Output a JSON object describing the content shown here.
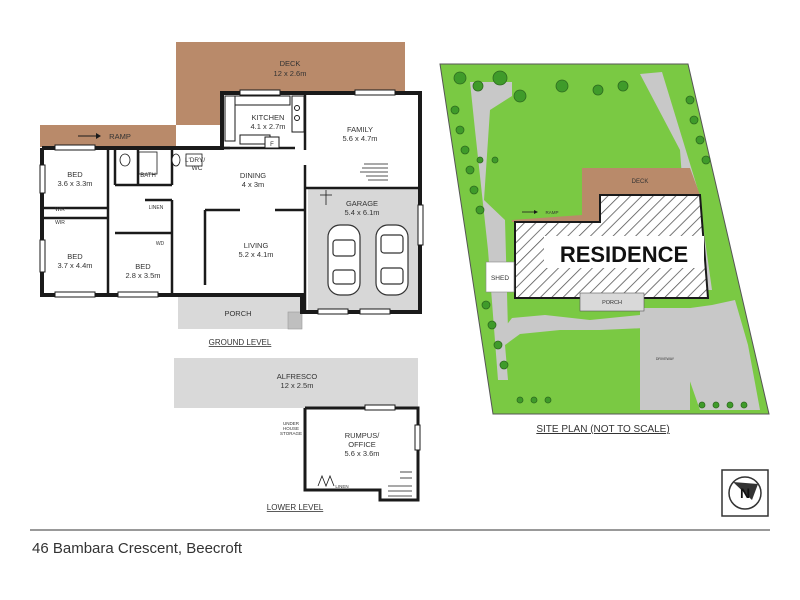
{
  "colors": {
    "deck": "#b98a6a",
    "grass": "#7ac943",
    "paving": "#c8c8c8",
    "garage": "#d7d7d7",
    "porch": "#d9d9d9",
    "walls": "#1a1a1a",
    "text": "#333333"
  },
  "ground": {
    "deck": "DECK",
    "deck_dim": "12 x 2.6m",
    "ramp": "RAMP",
    "kitchen": "KITCHEN",
    "kitchen_dim": "4.1 x 2.7m",
    "fridge": "F",
    "family": "FAMILY",
    "family_dim": "5.6 x 4.7m",
    "bed1": "BED",
    "bed1_dim": "3.6 x 3.3m",
    "bath": "BATH",
    "ldry": "L'DRY/",
    "wc": "WC",
    "dining": "DINING",
    "dining_dim": "4 x 3m",
    "garage": "GARAGE",
    "garage_dim": "5.4 x 6.1m",
    "wir1": "WIR",
    "wir2": "WIR",
    "linen": "LINEN",
    "living": "LIVING",
    "living_dim": "5.2 x 4.1m",
    "bed2": "BED",
    "bed2_dim": "3.7 x 4.4m",
    "wd": "WD",
    "bed3": "BED",
    "bed3_dim": "2.8 x 3.5m",
    "porch": "PORCH",
    "level_label": "GROUND LEVEL"
  },
  "lower": {
    "alfresco": "ALFRESCO",
    "alfresco_dim": "12 x 2.5m",
    "under_house_1": "UNDER",
    "under_house_2": "HOUSE",
    "under_house_3": "STORAGE",
    "rumpus": "RUMPUS/",
    "office": "OFFICE",
    "rumpus_dim": "5.6 x 3.6m",
    "linen": "LINEN",
    "level_label": "LOWER LEVEL"
  },
  "site": {
    "residence": "RESIDENCE",
    "deck": "DECK",
    "ramp": "RAMP",
    "shed": "SHED",
    "porch": "PORCH",
    "driveway": "DRIVEWAY",
    "caption": "SITE PLAN (NOT TO SCALE)"
  },
  "compass": {
    "letter": "N"
  },
  "footer": {
    "address": "46 Bambara Crescent, Beecroft"
  }
}
